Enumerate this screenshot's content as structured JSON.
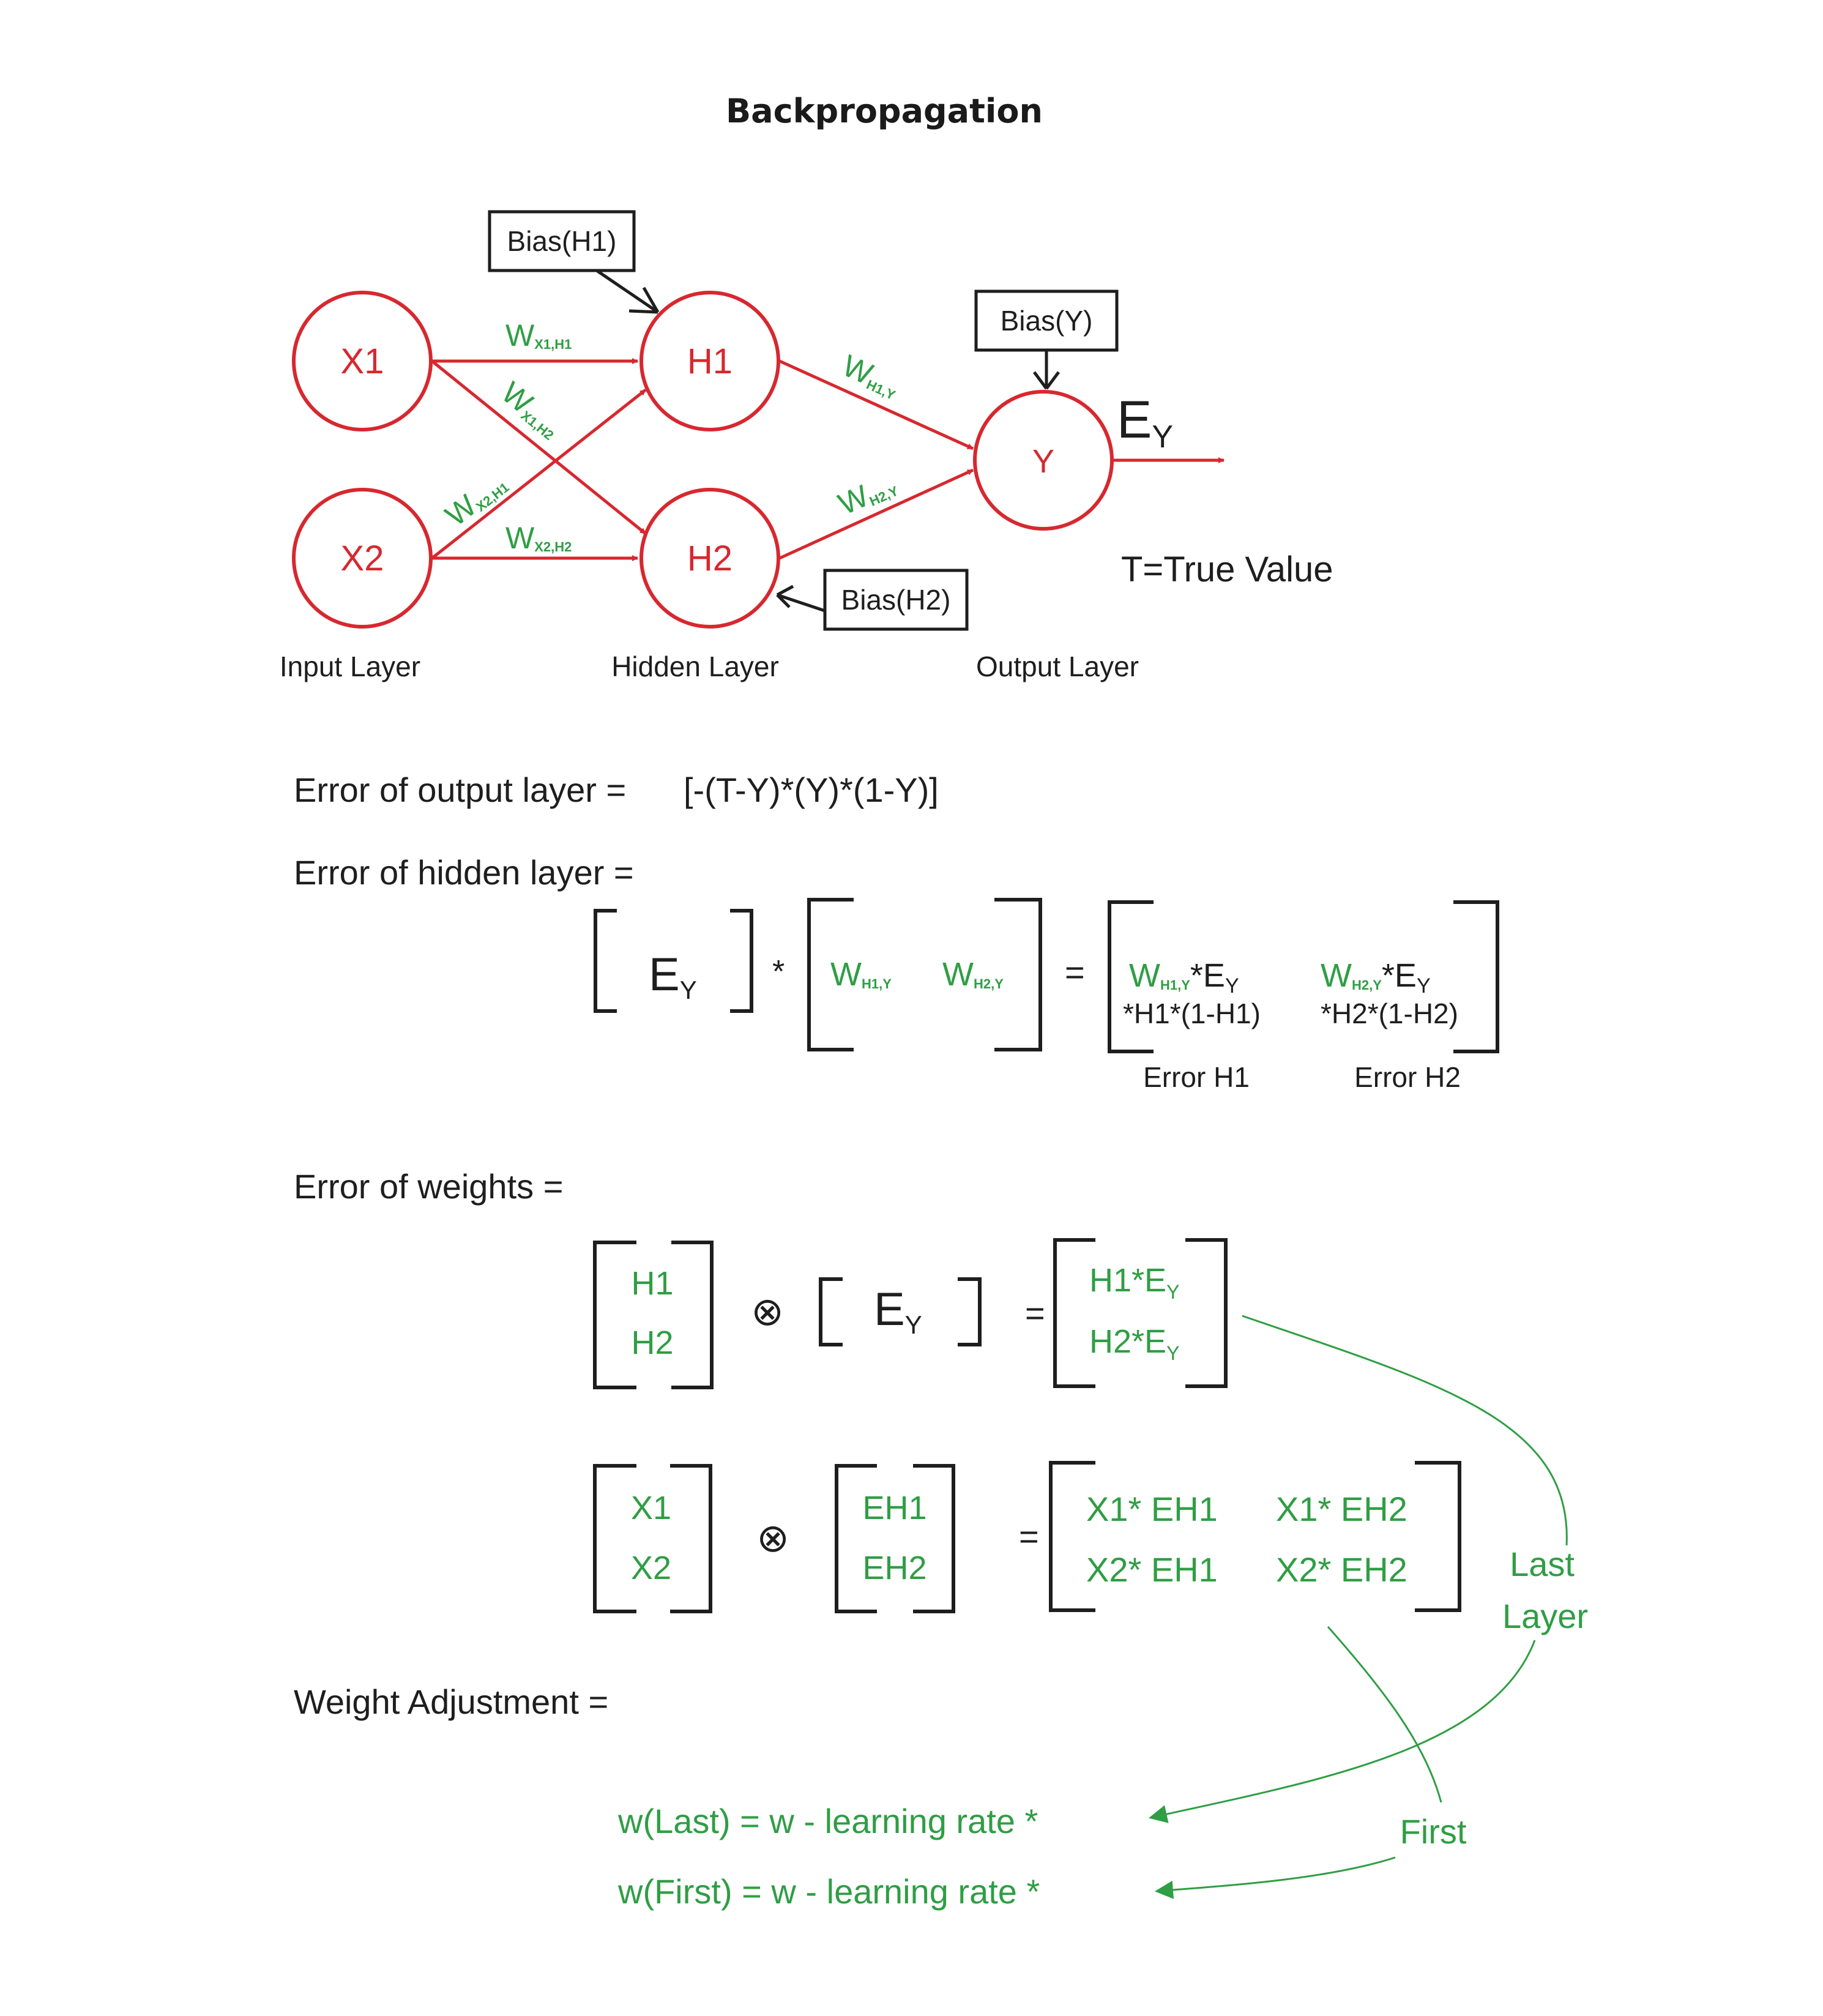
{
  "title": "Backpropagation",
  "nodes": {
    "x1": "X1",
    "x2": "X2",
    "h1": "H1",
    "h2": "H2",
    "y": "Y"
  },
  "bias": {
    "h1": "Bias(H1)",
    "h2": "Bias(H2)",
    "y": "Bias(Y)"
  },
  "weights": {
    "w": "W",
    "x1h1": "X1,H1",
    "x1h2": "X1,H2",
    "x2h1": "X2,H1",
    "x2h2": "X2,H2",
    "h1y": "H1,Y",
    "h2y": "H2,Y"
  },
  "output": {
    "e": "E",
    "sub": "Y",
    "true_value": "T=True Value"
  },
  "layers": {
    "input": "Input Layer",
    "hidden": "Hidden Layer",
    "output": "Output Layer"
  },
  "eq": {
    "output_error": "Error of output layer =",
    "output_formula": "[-(T-Y)*(Y)*(1-Y)]",
    "hidden_error": "Error of hidden layer =",
    "error_weights": "Error of weights =",
    "weight_adjustment": "Weight Adjustment ="
  },
  "hidden_eq": {
    "star": "*",
    "eq": "=",
    "e": "E",
    "sub": "Y",
    "w": "W",
    "h1y": "H1,Y",
    "h2y": "H2,Y",
    "r1_star1": "*E",
    "r1_star2": "*E",
    "r2_c1": "*H1*(1-H1)",
    "r2_c2": "*H2*(1-H2)",
    "err_h1": "Error H1",
    "err_h2": "Error H2"
  },
  "matrix1": {
    "col": [
      "H1",
      "H2"
    ],
    "otimes": "⊗",
    "eq": "=",
    "e": "E",
    "sub": "Y",
    "res": [
      "H1*E",
      "H2*E"
    ]
  },
  "matrix2": {
    "col": [
      "X1",
      "X2"
    ],
    "otimes": "⊗",
    "eq": "=",
    "eh": [
      "EH1",
      "EH2"
    ],
    "res": [
      [
        "X1* EH1",
        "X1* EH2"
      ],
      [
        "X2* EH1",
        "X2* EH2"
      ]
    ]
  },
  "adjust": {
    "last": "w(Last) = w - learning rate *",
    "first": "w(First) = w - learning rate *",
    "label_last_1": "Last",
    "label_last_2": "Layer",
    "label_first": "First"
  },
  "colors": {
    "red": "#d7282f",
    "green": "#2f9e44",
    "black": "#1e1e1e"
  }
}
